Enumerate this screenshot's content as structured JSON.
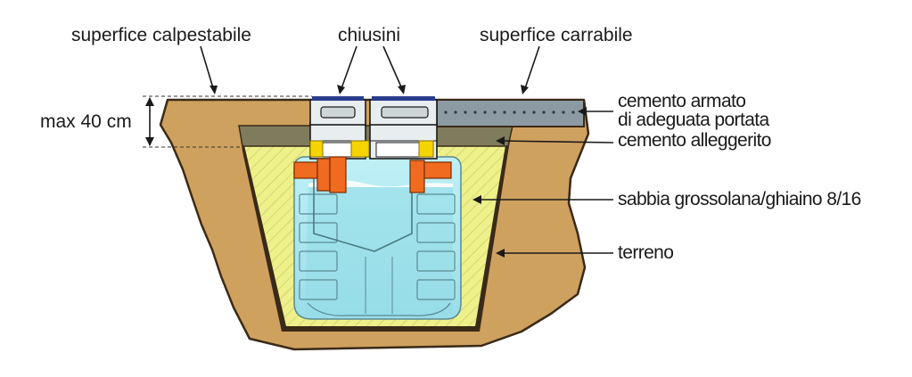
{
  "labels": {
    "walkable_surface": "superfice calpestabile",
    "covers": "chiusini",
    "drivable_surface": "superfice carrabile",
    "max_depth": "max 40 cm",
    "reinforced_concrete_line1": "cemento armato",
    "reinforced_concrete_line2": "di adeguata portata",
    "lightweight_concrete": "cemento alleggerito",
    "sand_gravel": "sabbia grossolana/ghiaino 8/16",
    "soil": "terreno"
  },
  "colors": {
    "soil": "#cfa15f",
    "soil_edge": "#3a2a18",
    "lightweight_concrete": "#7f7c5e",
    "reinforced_concrete": "#8b9aa3",
    "sand_fill": "#eef08a",
    "sand_hatch": "#c9c56a",
    "tank_body": "#a8e6ee",
    "tank_lines": "#5a8a92",
    "water": "#92dce8",
    "pipe_fittings": "#f06a1f",
    "fitting_yellow": "#f5d400",
    "cover_lid": "#2a3c8c",
    "cover_frame": "#e8eef0"
  }
}
